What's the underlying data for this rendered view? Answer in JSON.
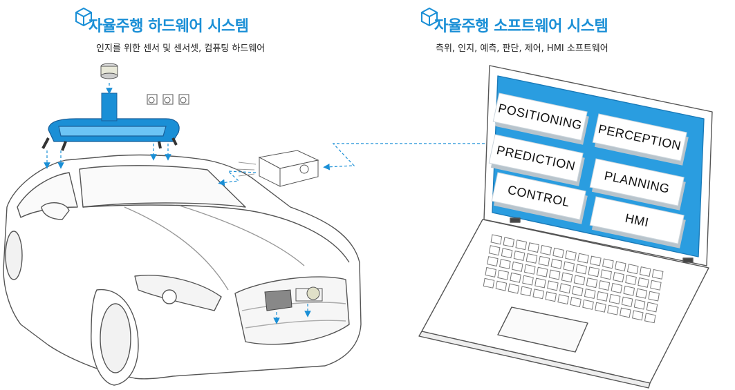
{
  "hardware": {
    "title": "자율주행 하드웨어 시스템",
    "subtitle": "인지를 위한 센서 및 센서셋, 컴퓨팅 하드웨어",
    "icon": "cube-icon"
  },
  "software": {
    "title": "자율주행 소프트웨어 시스템",
    "subtitle": "측위, 인지, 예측, 판단, 제어, HMI 소프트웨어",
    "icon": "cube-icon",
    "modules": [
      "POSITIONING",
      "PERCEPTION",
      "PREDICTION",
      "PLANNING",
      "CONTROL",
      "HMI"
    ]
  },
  "colors": {
    "accent": "#1a8fd6",
    "screen": "#2a9de0",
    "line": "#555555"
  }
}
